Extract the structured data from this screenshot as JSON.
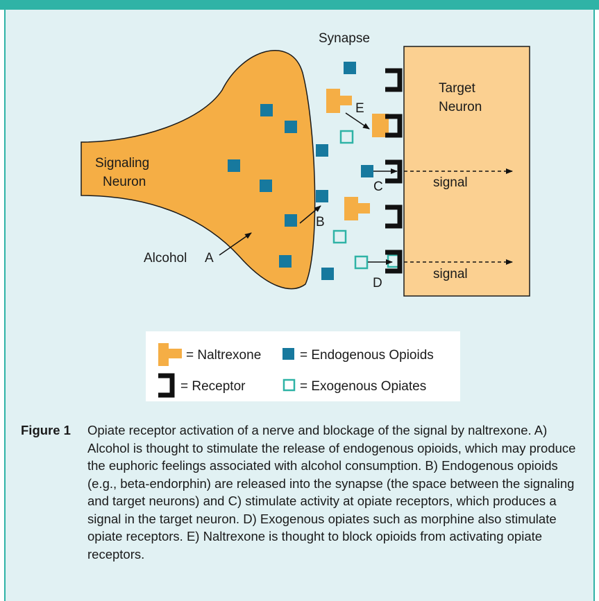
{
  "diagram": {
    "synapse_label": "Synapse",
    "target_neuron_label_1": "Target",
    "target_neuron_label_2": "Neuron",
    "signaling_neuron_label_1": "Signaling",
    "signaling_neuron_label_2": "Neuron",
    "alcohol_label": "Alcohol",
    "marker_a": "A",
    "marker_b": "B",
    "marker_c": "C",
    "marker_d": "D",
    "marker_e": "E",
    "signal_label": "signal"
  },
  "legend": {
    "naltrexone": "= Naltrexone",
    "endogenous": "= Endogenous Opioids",
    "receptor": "= Receptor",
    "exogenous": "= Exogenous Opiates"
  },
  "caption": {
    "label": "Figure 1",
    "text": "Opiate receptor activation of a nerve and blockage of the signal by naltrexone. A) Alcohol is thought to stimulate the release of endogenous opioids, which may produce the euphoric feelings associated with alcohol consumption. B) Endogenous opioids (e.g., beta-endorphin) are released into the synapse (the space between the signaling and target neurons) and C) stimulate activity at opiate receptors, which produces a signal in the target neuron. D) Exogenous opiates such as morphine also stimulate opiate receptors. E) Naltrexone is thought to block opioids from activating opiate receptors."
  },
  "colors": {
    "frame_teal": "#2fb3a6",
    "panel_bg": "#e1f1f3",
    "signaling_orange": "#f5ae45",
    "target_peach": "#fbd091",
    "opioid_blue": "#17799e",
    "exogenous_teal": "#2fb3a6",
    "receptor_black": "#111111"
  }
}
